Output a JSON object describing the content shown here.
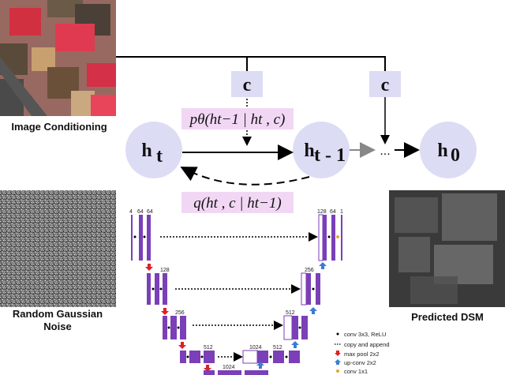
{
  "images": {
    "conditioning_label": "Image Conditioning",
    "noise_label_line1": "Random Gaussian",
    "noise_label_line2": "Noise",
    "output_label": "Predicted DSM"
  },
  "nodes": {
    "ht_main": "h",
    "ht_sub": "t",
    "ht1_main": "h",
    "ht1_sub": "t - 1",
    "h0_main": "h",
    "h0_sub": "0",
    "c1": "c",
    "c2": "c",
    "ellipsis": "..."
  },
  "equations": {
    "forward": "pθ(ht−1 | ht , c)",
    "reverse": "q(ht , c | ht−1)"
  },
  "unet": {
    "channels_top_left": [
      "4",
      "64",
      "64"
    ],
    "channels_top_right": [
      "128",
      "64",
      "1"
    ],
    "ch_128": "128",
    "ch_256_left": "256",
    "ch_256_right": "256",
    "ch_512_left": "512",
    "ch_512_right": "512",
    "ch_512_mid": "512",
    "ch_1024_a": "1024",
    "ch_1024_b": "1024"
  },
  "legend": [
    {
      "icon": "dot-icon",
      "label": "conv 3x3, ReLU"
    },
    {
      "icon": "dotted-arrow-icon",
      "label": "copy and append"
    },
    {
      "icon": "red-arrow-icon",
      "label": "max pool 2x2"
    },
    {
      "icon": "blue-arrow-icon",
      "label": "up-conv 2x2"
    },
    {
      "icon": "orange-dot-icon",
      "label": "conv 1x1"
    }
  ],
  "colors": {
    "node_fill": "#dcdcf5",
    "box_fill": "#dcdcf5",
    "eq_fill": "#f2d7f5",
    "unet_purple": "#7b3fb8",
    "pool_red": "#e02020",
    "upconv_blue": "#3a7bd5",
    "conv1_orange": "#f0a030"
  }
}
